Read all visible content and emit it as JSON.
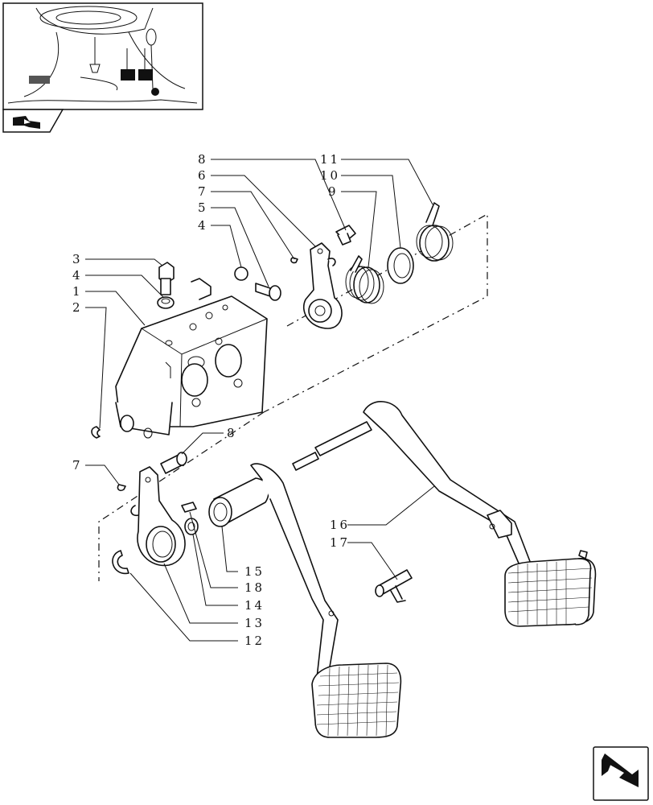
{
  "callouts": [
    {
      "id": "c8a",
      "text": "8"
    },
    {
      "id": "c6",
      "text": "6"
    },
    {
      "id": "c7a",
      "text": "7"
    },
    {
      "id": "c5",
      "text": "5"
    },
    {
      "id": "c4a",
      "text": "4"
    },
    {
      "id": "c3",
      "text": "3"
    },
    {
      "id": "c4b",
      "text": "4"
    },
    {
      "id": "c1",
      "text": "1"
    },
    {
      "id": "c2",
      "text": "2"
    },
    {
      "id": "c11",
      "text": "11"
    },
    {
      "id": "c10",
      "text": "10"
    },
    {
      "id": "c9",
      "text": "9"
    },
    {
      "id": "c8b",
      "text": "8"
    },
    {
      "id": "c7b",
      "text": "7"
    },
    {
      "id": "c16",
      "text": "16"
    },
    {
      "id": "c17",
      "text": "17"
    },
    {
      "id": "c15",
      "text": "15"
    },
    {
      "id": "c18",
      "text": "18"
    },
    {
      "id": "c14",
      "text": "14"
    },
    {
      "id": "c13",
      "text": "13"
    },
    {
      "id": "c12",
      "text": "12"
    }
  ],
  "icons": {
    "thumbnail": "tractor-pedal-location-thumbnail",
    "section": "section-arrow-icon",
    "nav": "return-arrow-icon"
  }
}
